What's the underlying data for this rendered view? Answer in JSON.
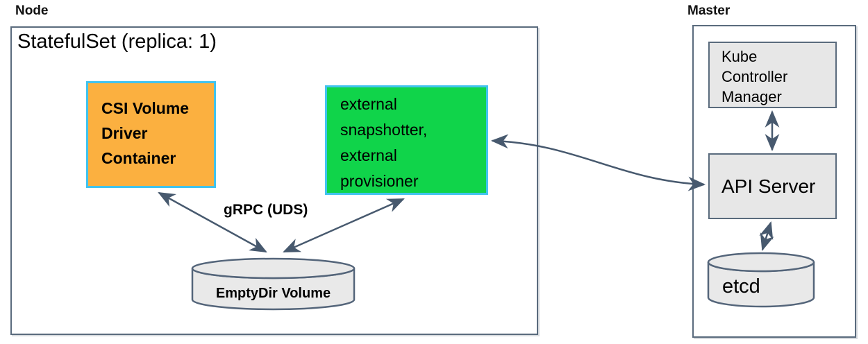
{
  "diagram": {
    "node_section": {
      "label": "Node",
      "statefulset_title": "StatefulSet (replica: 1)",
      "csi_container": "CSI Volume\nDriver\nContainer",
      "sidecars": "external\nsnapshotter,\nexternal\nprovisioner",
      "grpc_label": "gRPC (UDS)",
      "emptydir_volume": "EmptyDir Volume"
    },
    "master_section": {
      "label": "Master",
      "kube_controller_manager": "Kube\nController\nManager",
      "api_server": "API Server",
      "etcd": "etcd"
    },
    "connections": [
      "csi-container <-> emptydir-volume (gRPC UDS)",
      "sidecars <-> emptydir-volume (gRPC UDS)",
      "sidecars <-> api-server",
      "kube-controller-manager <-> api-server",
      "api-server <-> etcd"
    ],
    "colors": {
      "csi_fill": "#FBB040",
      "sidecar_fill": "#10D44A",
      "highlight_border": "#41C3EE",
      "gray_fill": "#E7E7E7",
      "line_slate": "#47596E",
      "box_border": "#5a6b7d",
      "text": "#000000"
    }
  }
}
